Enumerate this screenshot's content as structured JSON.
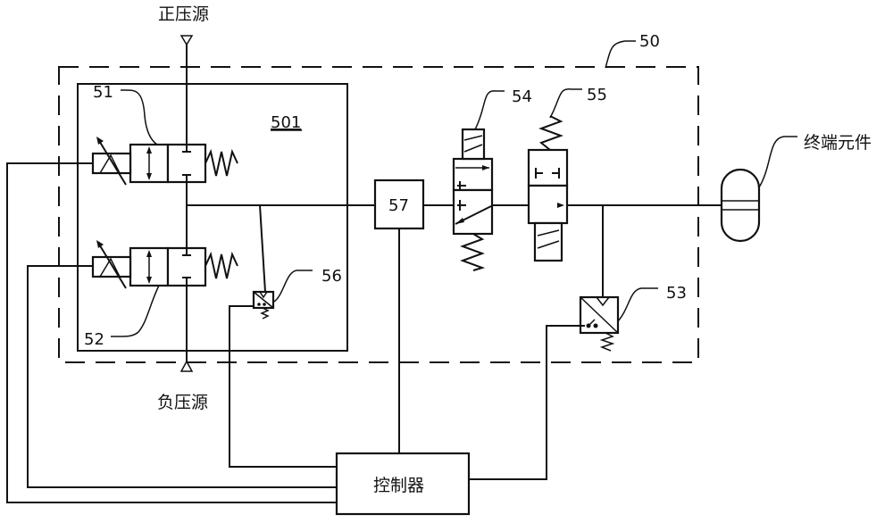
{
  "diagram": {
    "sources": {
      "positive": "正压源",
      "negative": "负压源"
    },
    "module_label": "50",
    "inner_module_label": "501",
    "components": {
      "valve_51": "51",
      "valve_52": "52",
      "valve_54": "54",
      "valve_55": "55",
      "switch_53": "53",
      "switch_56": "56",
      "unit_57": "57"
    },
    "terminal_element": "终端元件",
    "controller": "控制器"
  }
}
